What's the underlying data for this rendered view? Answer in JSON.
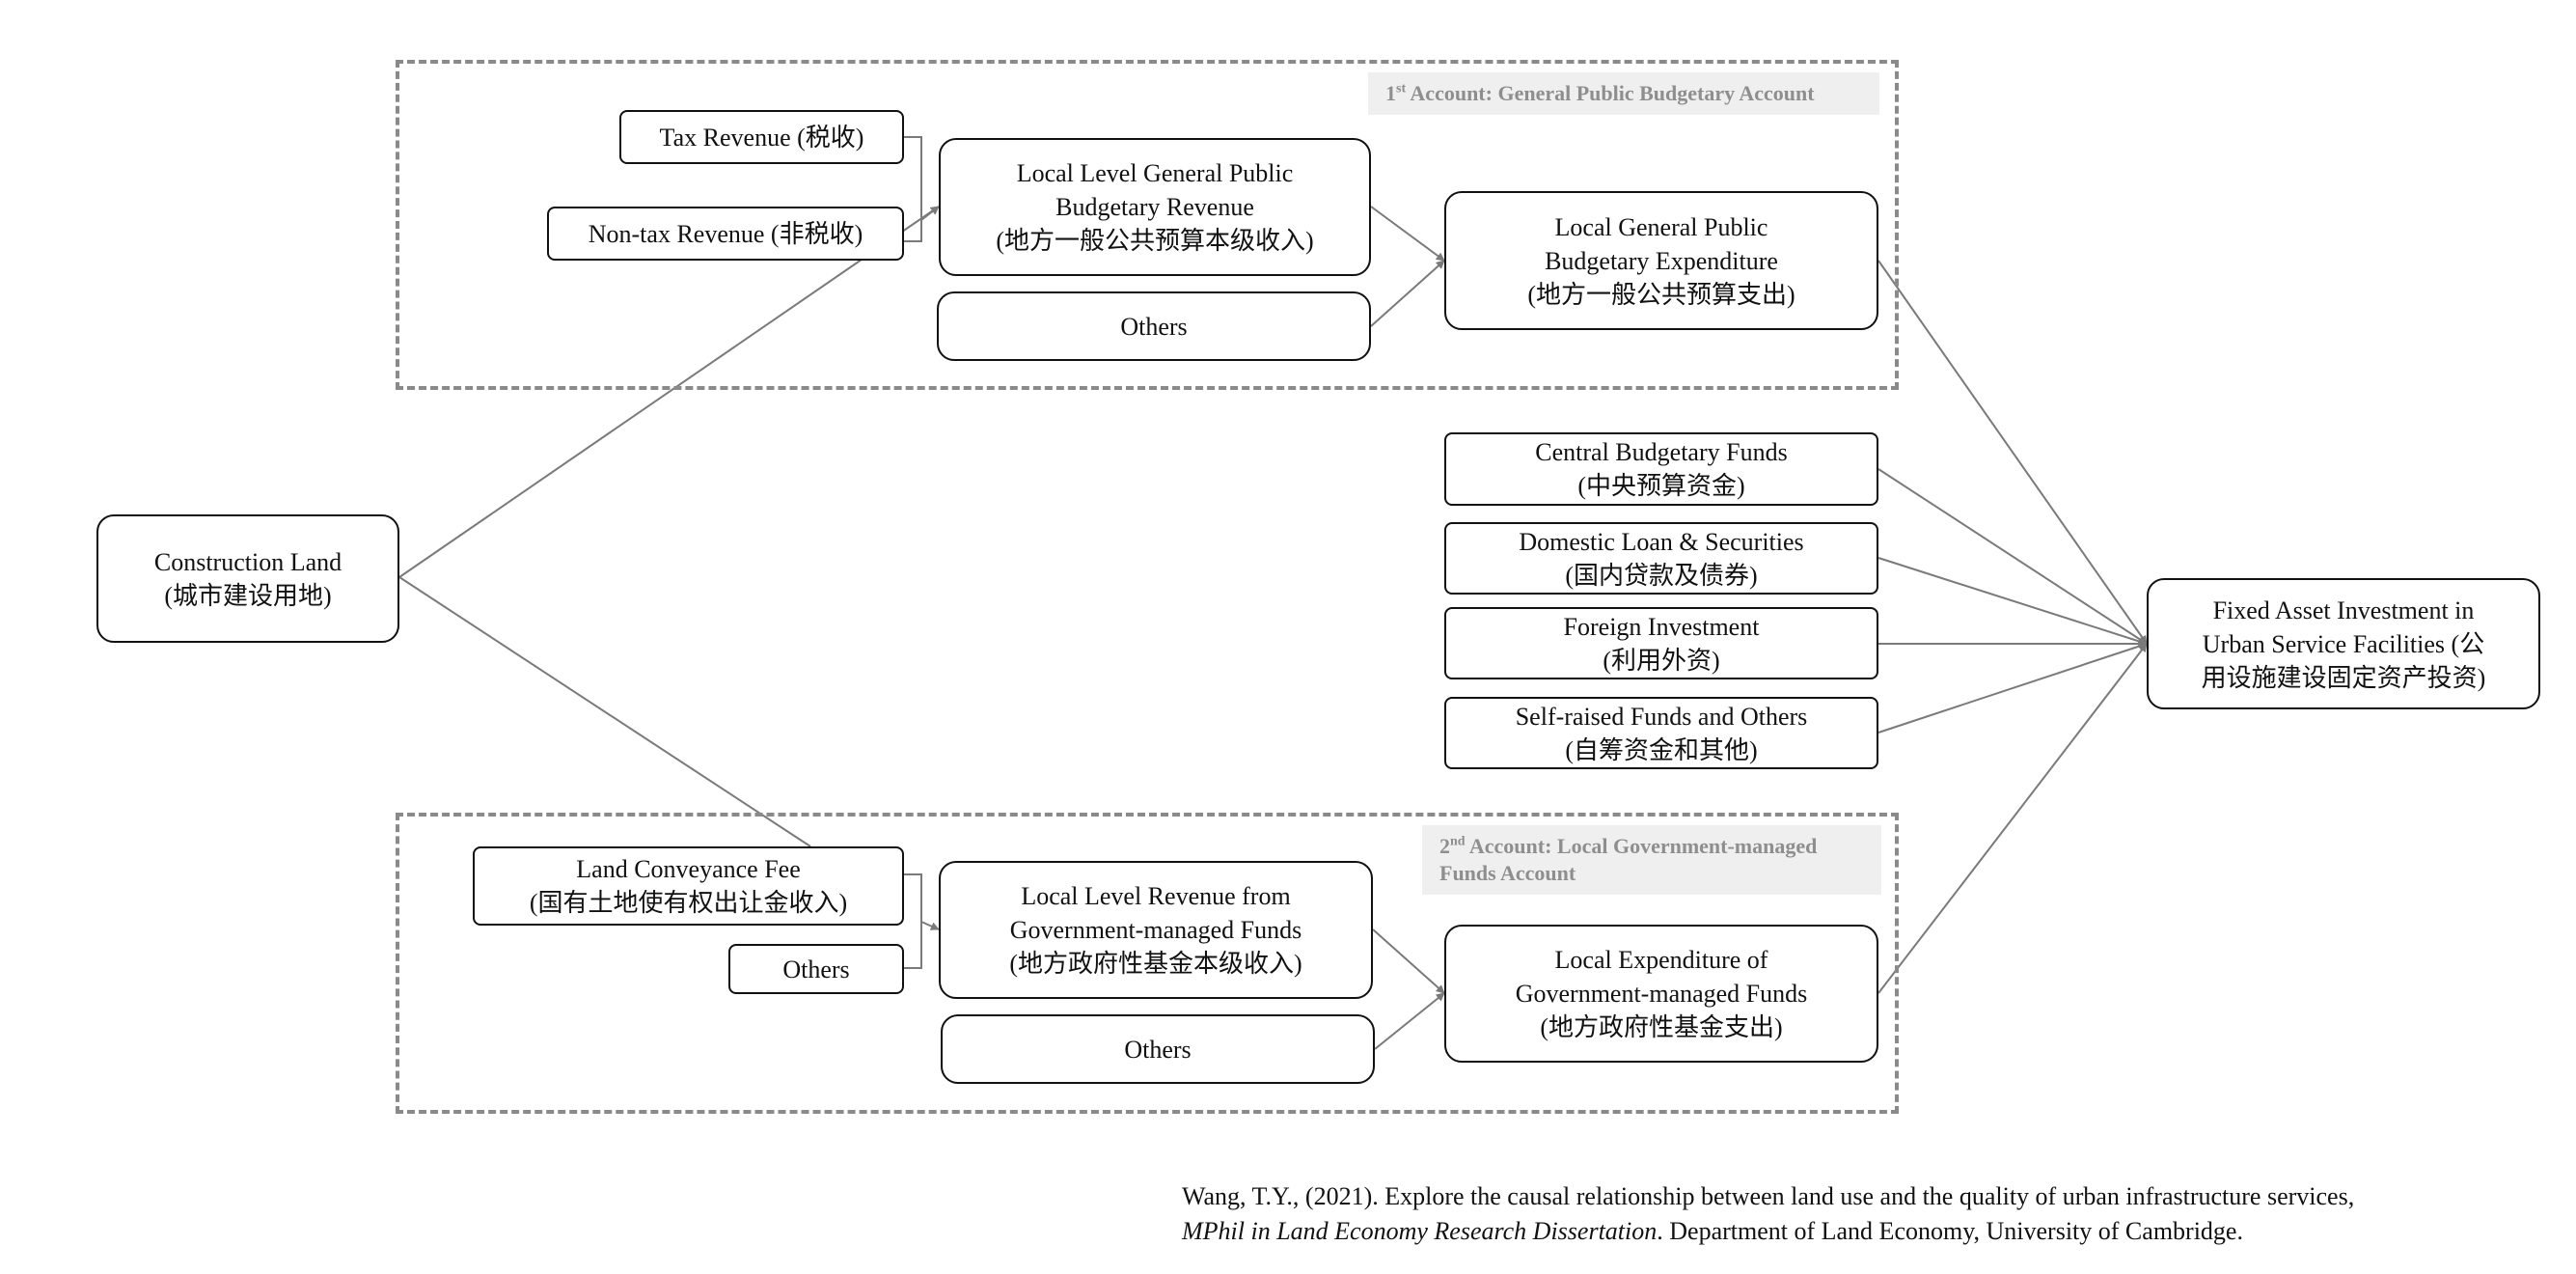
{
  "account1": {
    "ordinal": "1",
    "suffix": "st",
    "label": " Account: General Public Budgetary Account"
  },
  "account2": {
    "ordinal": "2",
    "suffix": "nd",
    "label_line1": " Account: Local Government-managed",
    "label_line2": "Funds Account"
  },
  "boxes": {
    "construction_land": [
      "Construction Land",
      "(城市建设用地)"
    ],
    "tax_revenue": [
      "Tax Revenue (税收)"
    ],
    "non_tax_revenue": [
      "Non-tax Revenue (非税收)"
    ],
    "local_general_revenue": [
      "Local Level General Public",
      "Budgetary Revenue",
      "(地方一般公共预算本级收入)"
    ],
    "others_1": [
      "Others"
    ],
    "local_general_expenditure": [
      "Local General Public",
      "Budgetary Expenditure",
      "(地方一般公共预算支出)"
    ],
    "central_funds": [
      "Central Budgetary Funds",
      "(中央预算资金)"
    ],
    "domestic_loan": [
      "Domestic Loan & Securities",
      "(国内贷款及债券)"
    ],
    "foreign_investment": [
      "Foreign Investment",
      "(利用外资)"
    ],
    "self_raised": [
      "Self-raised Funds and Others",
      "(自筹资金和其他)"
    ],
    "fixed_asset": [
      "Fixed Asset Investment in",
      "Urban Service Facilities (公",
      "用设施建设固定资产投资)"
    ],
    "land_conveyance": [
      "Land Conveyance Fee",
      "(国有土地使有权出让金收入)"
    ],
    "others_2": [
      "Others"
    ],
    "local_gov_revenue": [
      "Local Level Revenue from",
      "Government-managed Funds",
      "(地方政府性基金本级收入)"
    ],
    "others_3": [
      "Others"
    ],
    "local_gov_expenditure": [
      "Local Expenditure of",
      "Government-managed Funds",
      "(地方政府性基金支出)"
    ]
  },
  "citation": {
    "line1": "Wang, T.Y., (2021). Explore the causal relationship between land use and the quality of urban infrastructure services,",
    "line2_italic": "MPhil in Land Economy Research Dissertation",
    "line2_rest": ". Department of Land Economy, University of Cambridge."
  }
}
